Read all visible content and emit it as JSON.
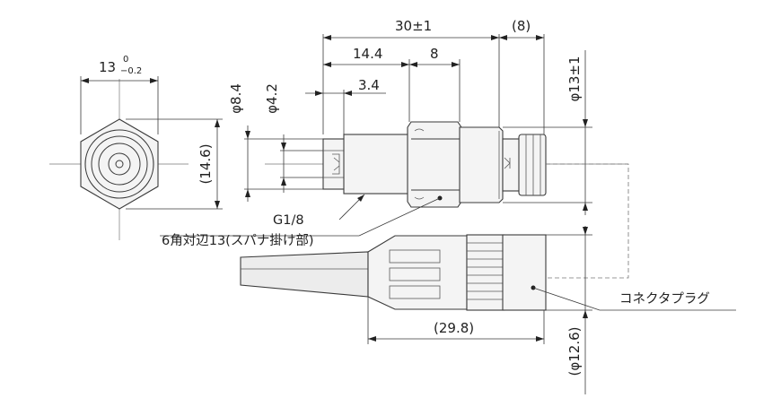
{
  "dimensions": {
    "overall_length": "30±1",
    "connector_gap": "(8)",
    "sensor_length": "14.4",
    "hex_length": "8",
    "tip_length": "3.4",
    "plug_length": "(29.8)",
    "hex_flat_width_main": "13",
    "hex_flat_width_upper_tol": "0",
    "hex_flat_width_lower_tol": "−0.2",
    "hex_across_corners": "(14.6)",
    "outer_diameter_label": "φ8.4",
    "inner_diameter_label": "φ4.2",
    "body_diameter_label": "φ13±1",
    "plug_diameter_label": "(φ12.6)"
  },
  "labels": {
    "thread": "G1/8",
    "hex_note": "6角対辺13(スパナ掛け部)",
    "connector_plug": "コネクタプラグ"
  }
}
